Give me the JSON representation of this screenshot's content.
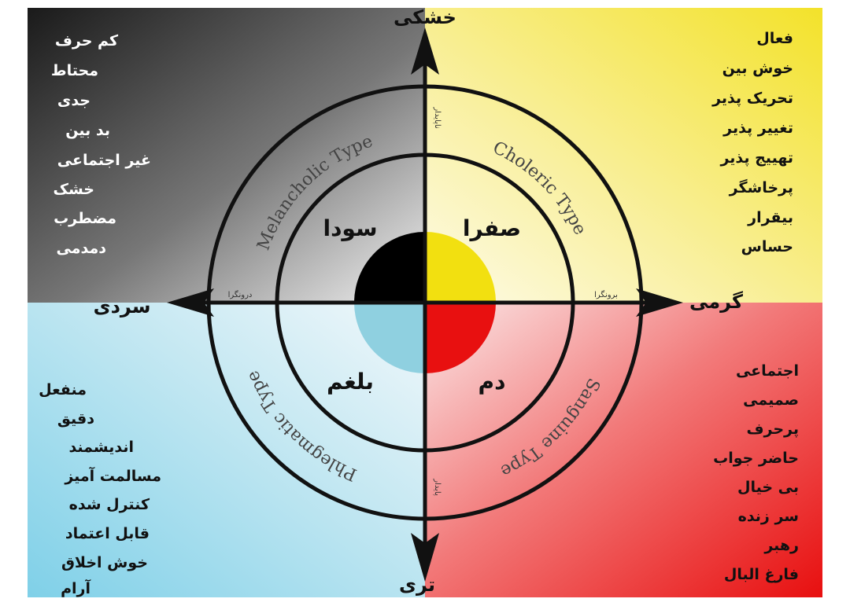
{
  "axes": {
    "top": "خشکی",
    "right": "گرمی",
    "bottom": "تری",
    "left": "سردی"
  },
  "axis_small": {
    "top": "ناپایدار",
    "bottom": "پایدار",
    "left": "درونگرا",
    "right": "برونگرا"
  },
  "humors": {
    "melancholic": "سودا",
    "choleric": "صفرا",
    "phlegmatic": "بلغم",
    "sanguine": "دم"
  },
  "types": {
    "melancholic": "Melancholic Type",
    "choleric": "Choleric Type",
    "phlegmatic": "Phlegmatic Type",
    "sanguine": "Sanguine Type"
  },
  "traits": {
    "melancholic": [
      "کم حرف",
      "محتاط",
      "جدی",
      "بد بین",
      "غیر اجتماعی",
      "خشک",
      "مضطرب",
      "دمدمی"
    ],
    "choleric": [
      "فعال",
      "خوش بین",
      "تحریک پذیر",
      "تغییر پذیر",
      "تهییج پذیر",
      "پرخاشگر",
      "بیقرار",
      "حساس"
    ],
    "phlegmatic": [
      "منفعل",
      "دقیق",
      "اندیشمند",
      "مسالمت آمیز",
      "کنترل شده",
      "قابل اعتماد",
      "خوش اخلاق",
      "آرام"
    ],
    "sanguine": [
      "اجتماعی",
      "صمیمی",
      "پرحرف",
      "حاضر جواب",
      "بی خیال",
      "سر زنده",
      "رهبر",
      "فارغ البال"
    ]
  },
  "colors": {
    "melancholic": "#000000",
    "choleric": "#f2e010",
    "phlegmatic": "#8fd0e0",
    "sanguine": "#e81010"
  }
}
